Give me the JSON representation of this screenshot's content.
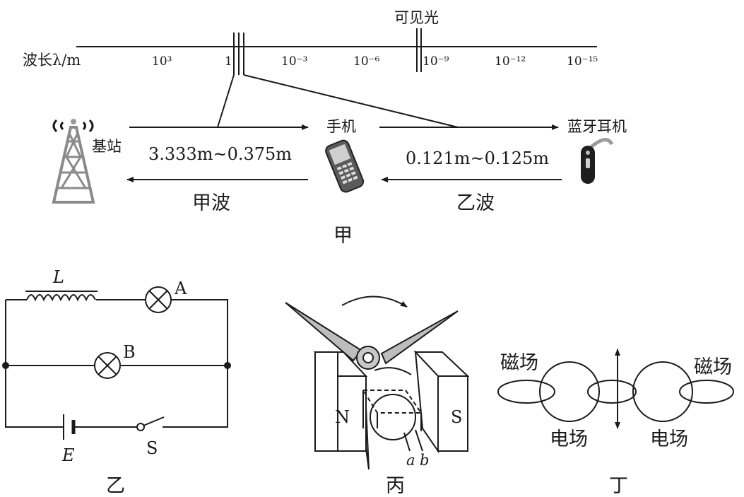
{
  "spectrum": {
    "axis_label": "波长λ/m",
    "visible_light_label": "可见光",
    "ticks": [
      "10³",
      "1",
      "10⁻³",
      "10⁻⁶",
      "10⁻⁹",
      "10⁻¹²",
      "10⁻¹⁵"
    ]
  },
  "figure_jia": {
    "base_station_label": "基站",
    "phone_label": "手机",
    "earphone_label": "蓝牙耳机",
    "wave_a_range": "3.333m~0.375m",
    "wave_b_range": "0.121m~0.125m",
    "wave_a_name": "甲波",
    "wave_b_name": "乙波",
    "caption": "甲"
  },
  "figure_yi": {
    "inductor_label": "L",
    "lamp_a_label": "A",
    "lamp_b_label": "B",
    "battery_label": "E",
    "switch_label": "S",
    "caption": "乙"
  },
  "figure_bing": {
    "north_label": "N",
    "south_label": "S",
    "terminal_a_label": "a",
    "terminal_b_label": "b",
    "caption": "丙"
  },
  "figure_ding": {
    "magnetic_field_left": "磁场",
    "magnetic_field_right": "磁场",
    "electric_field_left": "电场",
    "electric_field_right": "电场",
    "caption": "丁"
  }
}
